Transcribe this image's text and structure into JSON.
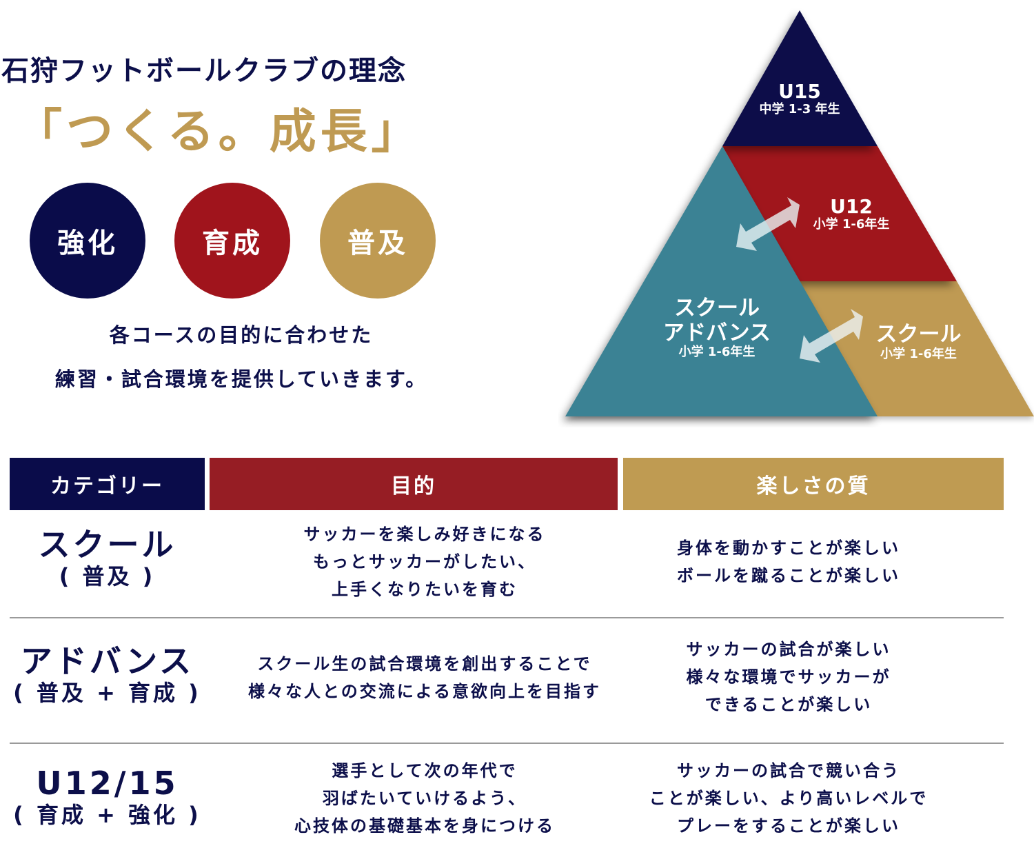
{
  "header": {
    "title": "石狩フットボールクラブの理念",
    "slogan": "「つくる。成長」"
  },
  "pillars": [
    {
      "label": "強化",
      "color": "#0a0c4a"
    },
    {
      "label": "育成",
      "color": "#a0141c"
    },
    {
      "label": "普及",
      "color": "#bf9a52"
    }
  ],
  "description": {
    "line1": "各コースの目的に合わせた",
    "line2": "練習・試合環境を提供していきます。"
  },
  "pyramid": {
    "colors": {
      "u15": "#0a0c4a",
      "u12": "#a0141c",
      "school": "#bf9a52",
      "advance": "#3a8294",
      "arrow": "#e8f2f4"
    },
    "u15": {
      "name": "U15",
      "grade": "中学 1-3 年生"
    },
    "u12": {
      "name": "U12",
      "grade": "小学 1-6年生"
    },
    "advance": {
      "name_line1": "スクール",
      "name_line2": "アドバンス",
      "grade": "小学 1-6年生"
    },
    "school": {
      "name": "スクール",
      "grade": "小学 1-6年生"
    }
  },
  "table": {
    "headers": [
      {
        "label": "カテゴリー",
        "color": "#0a0c4a"
      },
      {
        "label": "目的",
        "color": "#961d24"
      },
      {
        "label": "楽しさの質",
        "color": "#bf9b52"
      }
    ],
    "rows": [
      {
        "category": "スクール",
        "sub": "( 普及 )",
        "purpose": [
          "サッカーを楽しみ好きになる",
          "もっとサッカーがしたい、",
          "上手くなりたいを育む"
        ],
        "fun": [
          "身体を動かすことが楽しい",
          "ボールを蹴ることが楽しい"
        ]
      },
      {
        "category": "アドバンス",
        "sub": "( 普及 + 育成 )",
        "purpose": [
          "スクール生の試合環境を創出することで",
          "様々な人との交流による意欲向上を目指す"
        ],
        "fun": [
          "サッカーの試合が楽しい",
          "様々な環境でサッカーが",
          "できることが楽しい"
        ]
      },
      {
        "category": "U12/15",
        "sub": "( 育成 + 強化 )",
        "purpose": [
          "選手として次の年代で",
          "羽ばたいていけるよう、",
          "心技体の基礎基本を身につける"
        ],
        "fun": [
          "サッカーの試合で競い合う",
          "ことが楽しい、より高いレベルで",
          "プレーをすることが楽しい"
        ]
      }
    ]
  }
}
